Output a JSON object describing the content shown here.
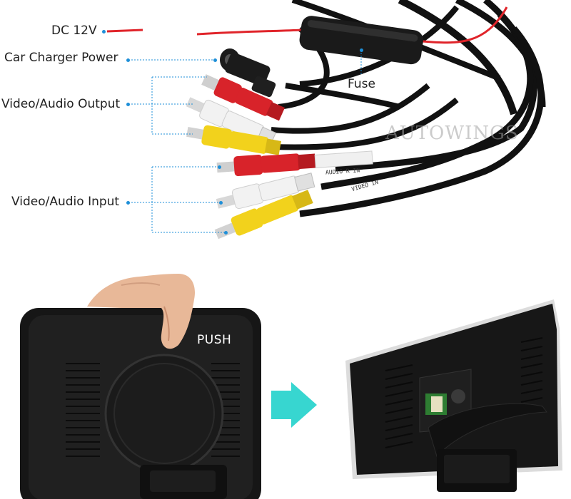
{
  "labels": {
    "dc": "DC 12V",
    "charger": "Car Charger Power",
    "vao": "Video/Audio Output",
    "fuse": "Fuse",
    "vai": "Video/Audio Input",
    "push": "PUSH"
  },
  "cable_tags": {
    "audio_r_in": "AUDIO R IN",
    "video_in": "VIDEO IN"
  },
  "watermark": "AUTOWINGS",
  "colors": {
    "leader": "#1e8fd8",
    "red_wire": "#e0242a",
    "rca_red": "#d8232a",
    "rca_white": "#f2f2f2",
    "rca_yellow": "#f2d21c",
    "arrow": "#37d6d0",
    "device_black": "#161616"
  }
}
